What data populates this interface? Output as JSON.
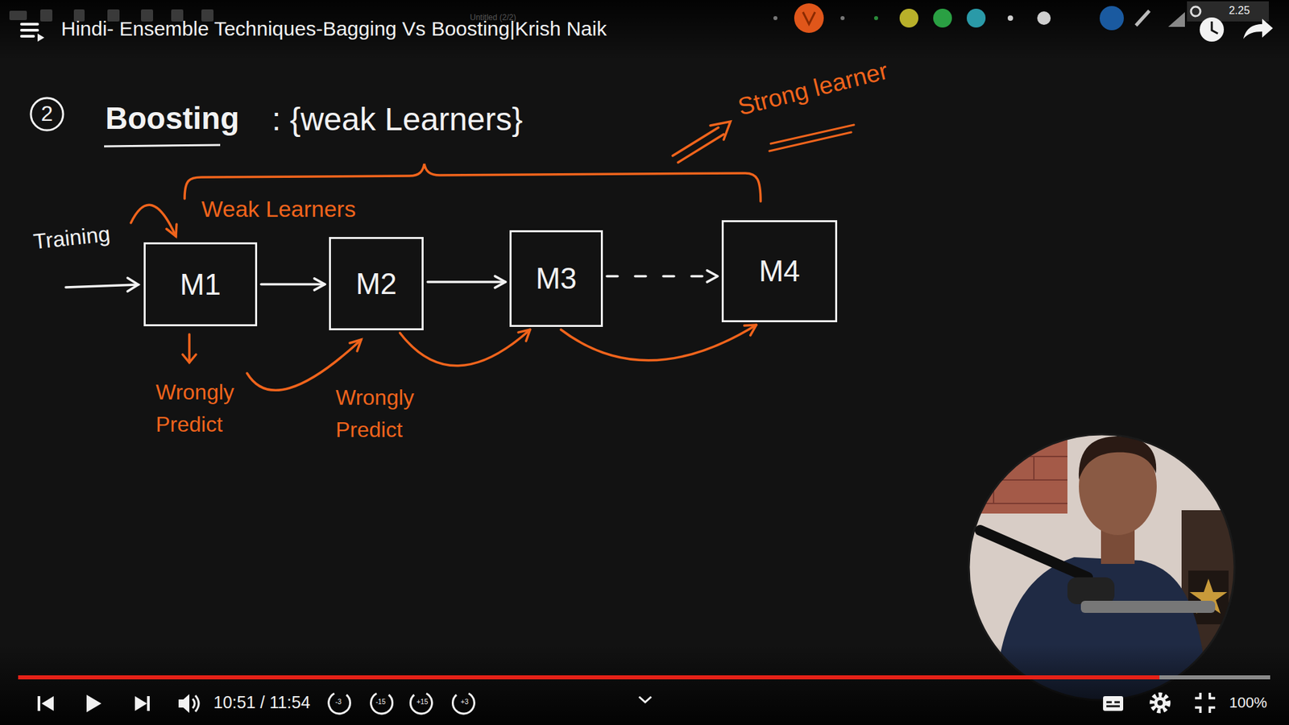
{
  "diagram": {
    "title": "Hindi- Ensemble Techniques-Bagging Vs Boosting|Krish Naik",
    "nodes": [
      {
        "text": [
          "M1"
        ]
      },
      {
        "text": [
          "M2"
        ]
      },
      {
        "text": [
          "M3"
        ]
      },
      {
        "text": [
          "M4"
        ]
      }
    ],
    "edges": [
      {
        "from": 0,
        "to": 1,
        "arrow": "to"
      },
      {
        "from": 1,
        "to": 2,
        "arrow": "to"
      },
      {
        "from": 2,
        "to": 3,
        "arrow": "to"
      },
      {
        "from": 1,
        "to": 2,
        "arrow": "to"
      },
      {
        "from": 2,
        "to": 3,
        "arrow": "to"
      }
    ],
    "labels": [
      "2",
      "Boosting",
      ": {weak Learners}",
      "Strong learner",
      "Weak Learners",
      "Training",
      "Wrongly Predict",
      "Wrongly Predict",
      "Untitled (2/2)",
      "2.25",
      "10:51 / 11:54",
      "-3",
      "-15",
      "+15",
      "+3",
      "100%"
    ]
  }
}
